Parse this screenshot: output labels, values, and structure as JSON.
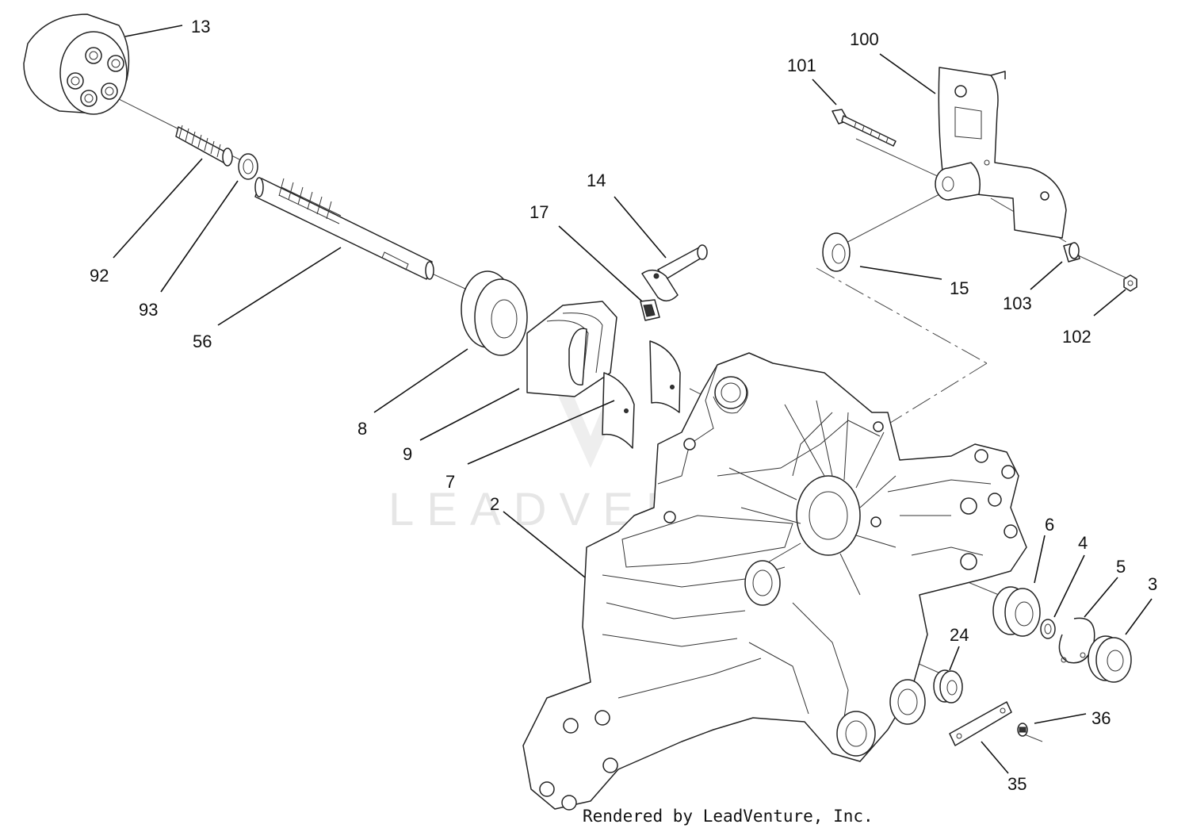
{
  "diagram": {
    "callouts": [
      "13",
      "92",
      "93",
      "56",
      "17",
      "14",
      "8",
      "9",
      "7",
      "2",
      "100",
      "101",
      "15",
      "103",
      "102",
      "6",
      "4",
      "5",
      "3",
      "24",
      "36",
      "35"
    ],
    "watermark": "LEADVENTURE",
    "credit": "Rendered by LeadVenture, Inc."
  }
}
